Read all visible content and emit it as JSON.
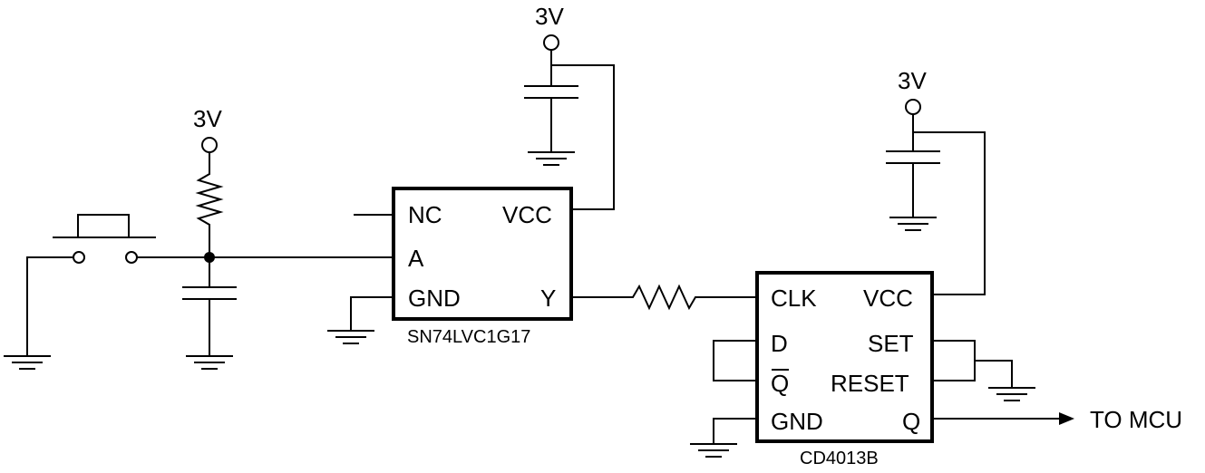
{
  "supplies": {
    "left": "3V",
    "middle": "3V",
    "right": "3V"
  },
  "buffer": {
    "part": "SN74LVC1G17",
    "pins": {
      "nc": "NC",
      "vcc": "VCC",
      "a": "A",
      "gnd": "GND",
      "y": "Y"
    }
  },
  "flipflop": {
    "part": "CD4013B",
    "pins": {
      "clk": "CLK",
      "vcc": "VCC",
      "d": "D",
      "set": "SET",
      "qbar": "Q",
      "reset": "RESET",
      "gnd": "GND",
      "q": "Q"
    }
  },
  "output_label": "TO MCU",
  "icons": {
    "ground": "ground-icon",
    "supply": "supply-terminal-icon",
    "resistor": "resistor-icon",
    "capacitor": "capacitor-icon",
    "switch": "pushbutton-icon"
  }
}
